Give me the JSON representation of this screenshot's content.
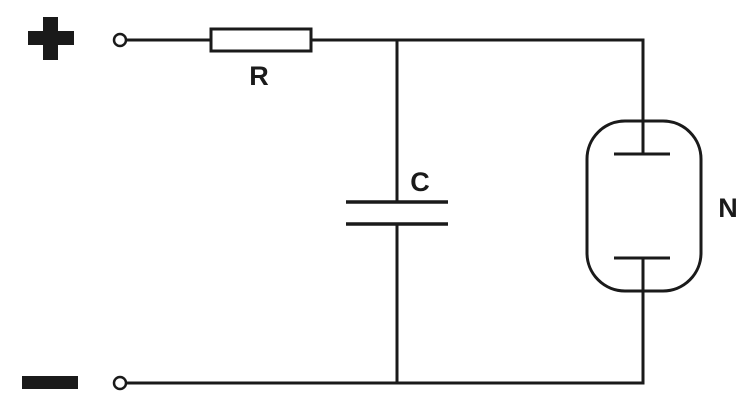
{
  "diagram": {
    "components": {
      "resistor": {
        "label": "R"
      },
      "capacitor": {
        "label": "C"
      },
      "neon_lamp": {
        "label": "N"
      }
    },
    "terminals": {
      "positive": {
        "symbol": "plus"
      },
      "negative": {
        "symbol": "minus"
      }
    },
    "colors": {
      "line": "#1a1a1a",
      "background": "#ffffff"
    }
  }
}
